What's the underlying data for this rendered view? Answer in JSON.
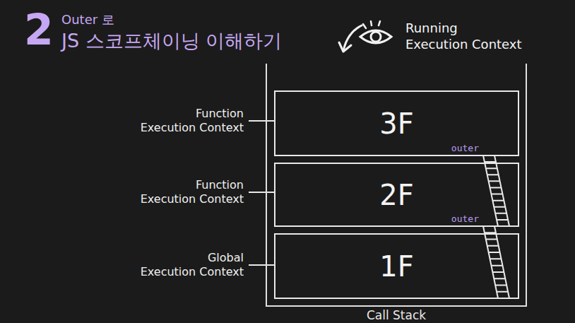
{
  "diagram": {
    "title": "JS 스코프체이닝 이해하기",
    "nodes": [
      {
        "text": [
          "Call Stack"
        ]
      },
      {
        "text": [
          "3F"
        ],
        "in": 0
      },
      {
        "text": [
          "2F"
        ],
        "in": 0
      },
      {
        "text": [
          "1F"
        ],
        "in": 0
      }
    ],
    "edges": [
      {
        "from": 1,
        "to": 2,
        "arrow": "none",
        "label": "outer"
      },
      {
        "from": 2,
        "to": 3,
        "arrow": "none",
        "label": "outer"
      }
    ],
    "labels": [
      "2",
      "Outer 로",
      "Running Execution Context",
      "Function Execution Context",
      "Function Execution Context",
      "Global Execution Context"
    ]
  }
}
